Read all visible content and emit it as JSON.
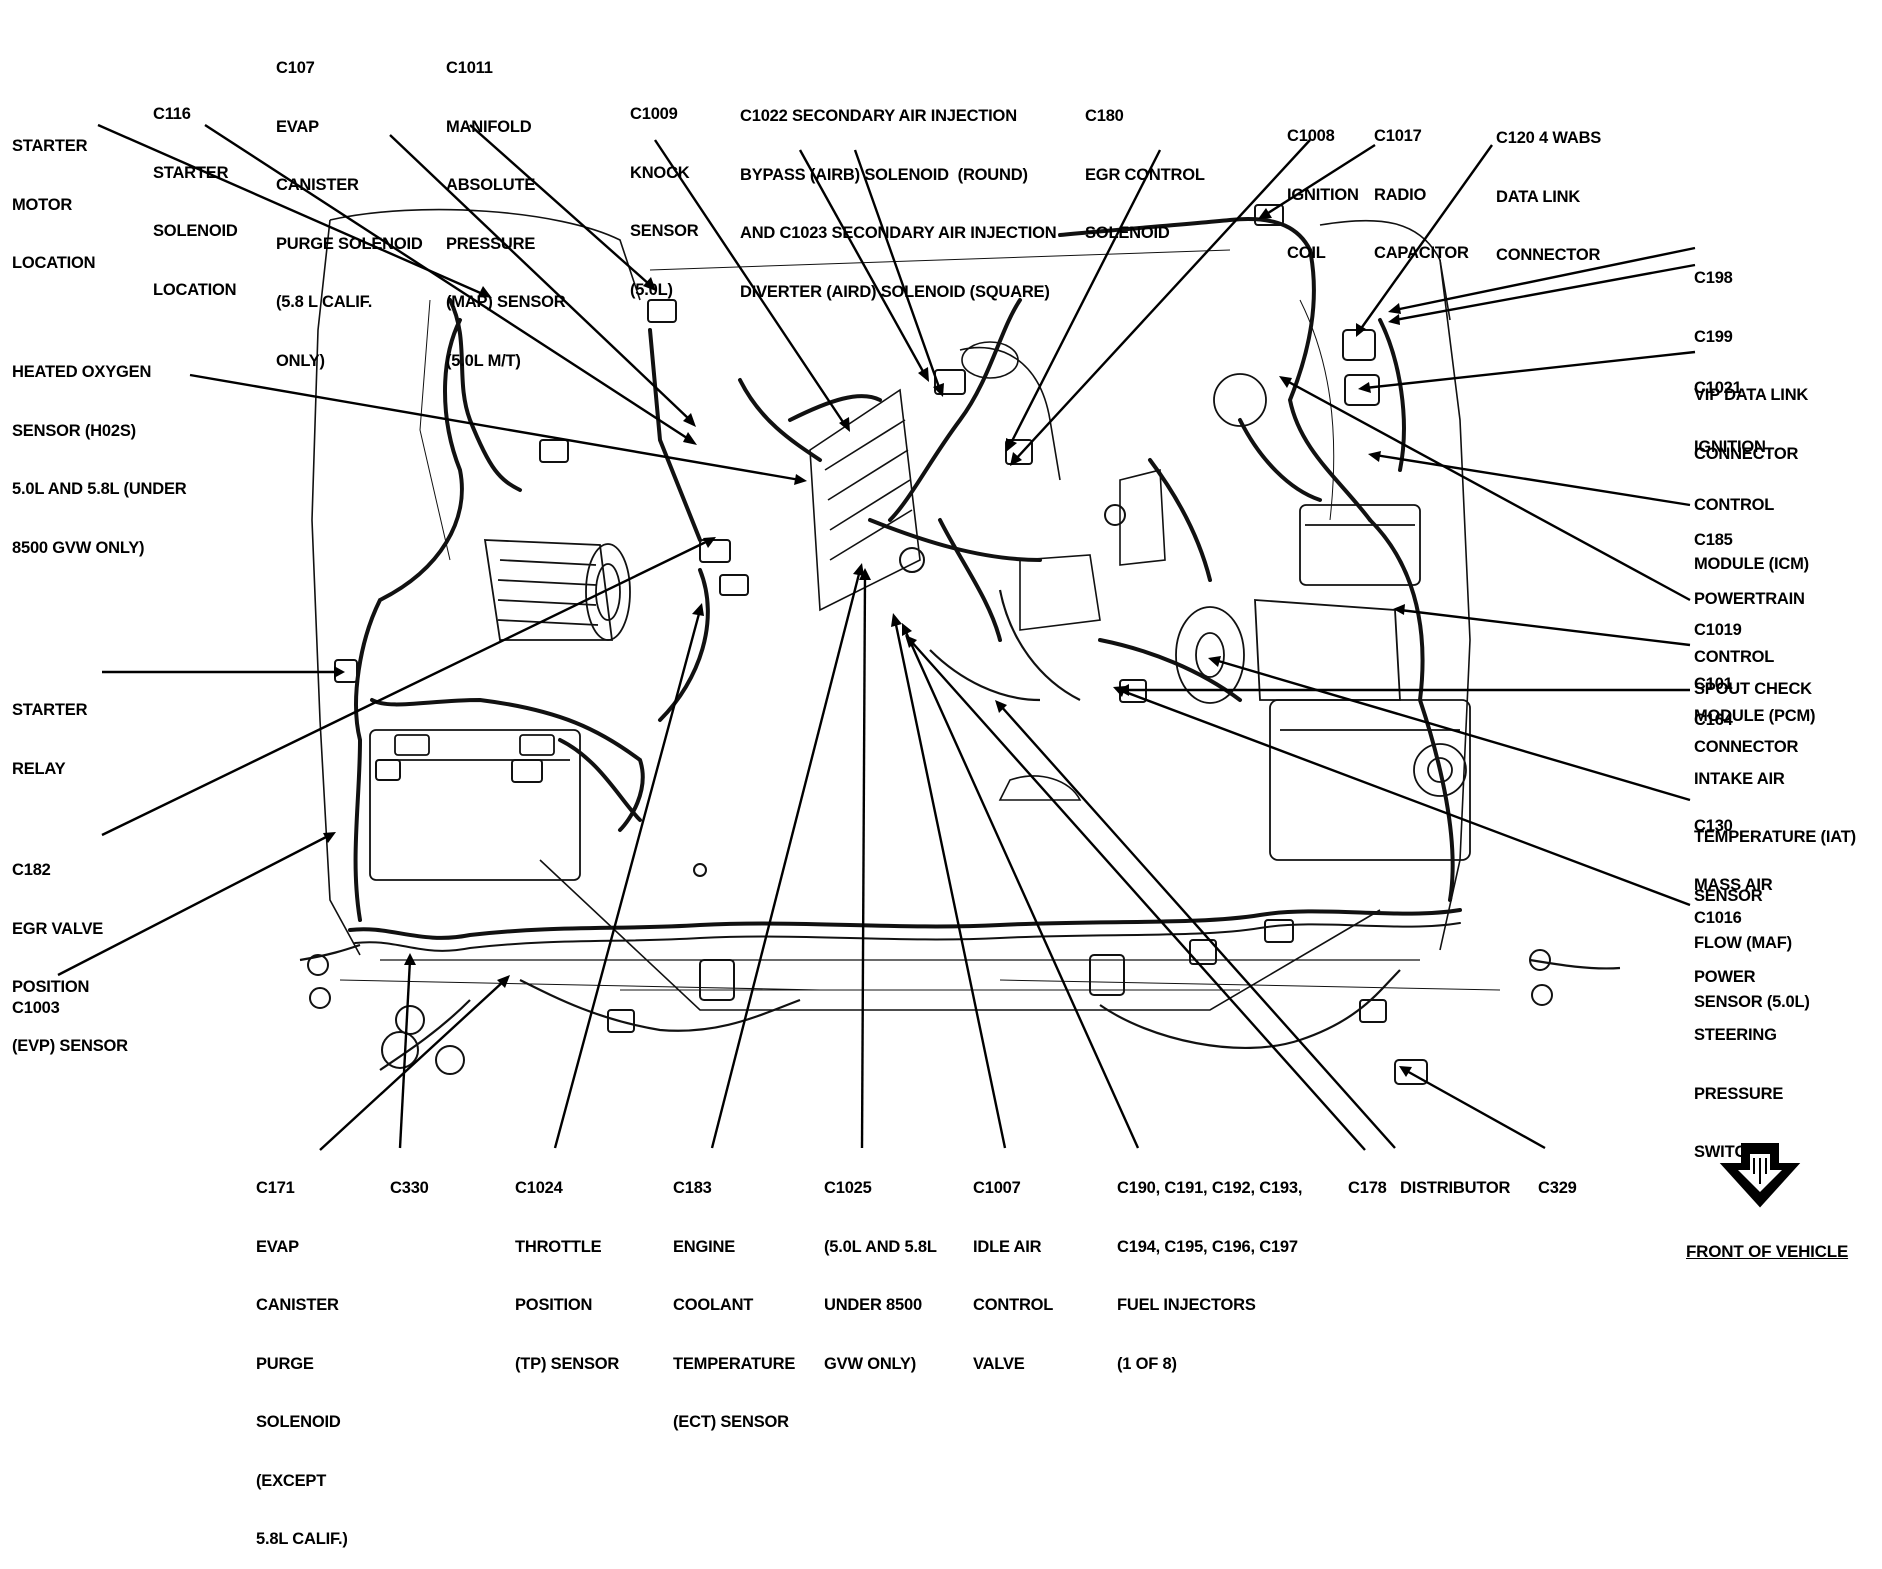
{
  "callouts": [
    {
      "id": "starter-motor-location",
      "lines": [
        "STARTER",
        "MOTOR",
        "LOCATION"
      ]
    },
    {
      "id": "c116",
      "lines": [
        "C116",
        "STARTER",
        "SOLENOID",
        "LOCATION"
      ]
    },
    {
      "id": "c107",
      "lines": [
        "C107",
        "EVAP",
        "CANISTER",
        "PURGE SOLENOID",
        "(5.8 L CALIF.",
        "ONLY)"
      ]
    },
    {
      "id": "c1011",
      "lines": [
        "C1011",
        "MANIFOLD",
        "ABSOLUTE",
        "PRESSURE",
        "(MAP) SENSOR",
        "(5.0L M/T)"
      ]
    },
    {
      "id": "c1009",
      "lines": [
        "C1009",
        "KNOCK",
        "SENSOR",
        "(5.0L)"
      ]
    },
    {
      "id": "c1022",
      "lines": [
        "C1022 SECONDARY AIR INJECTION",
        "BYPASS (AIRB) SOLENOID  (ROUND)",
        "AND C1023 SECONDARY AIR INJECTION",
        "DIVERTER (AIRD) SOLENOID (SQUARE)"
      ]
    },
    {
      "id": "c180",
      "lines": [
        "C180",
        "EGR CONTROL",
        "SOLENOID"
      ]
    },
    {
      "id": "c1008",
      "lines": [
        "C1008",
        "IGNITION",
        "COIL"
      ]
    },
    {
      "id": "c1017",
      "lines": [
        "C1017",
        "RADIO",
        "CAPACITOR"
      ]
    },
    {
      "id": "c120",
      "lines": [
        "C120 4 WABS",
        "DATA LINK",
        "CONNECTOR"
      ]
    },
    {
      "id": "c198-c199",
      "lines": [
        "C198",
        "C199",
        "VIP DATA LINK",
        "CONNECTOR"
      ]
    },
    {
      "id": "c1021",
      "lines": [
        "C1021",
        "IGNITION",
        "CONTROL",
        "MODULE (ICM)"
      ]
    },
    {
      "id": "c185",
      "lines": [
        "C185",
        "POWERTRAIN",
        "CONTROL",
        "MODULE (PCM)"
      ]
    },
    {
      "id": "c1019",
      "lines": [
        "C1019",
        "SPOUT CHECK",
        "CONNECTOR"
      ]
    },
    {
      "id": "c101",
      "lines": [
        "C101"
      ]
    },
    {
      "id": "c164",
      "lines": [
        "C164",
        "INTAKE AIR",
        "TEMPERATURE (IAT)",
        "SENSOR"
      ]
    },
    {
      "id": "c130",
      "lines": [
        "C130",
        "MASS AIR",
        "FLOW (MAF)",
        "SENSOR (5.0L)"
      ]
    },
    {
      "id": "c1016",
      "lines": [
        "C1016",
        "POWER",
        "STEERING",
        "PRESSURE",
        "SWITCH"
      ]
    },
    {
      "id": "heated-oxygen-sensor",
      "lines": [
        "HEATED OXYGEN",
        "SENSOR (H02S)",
        "5.0L AND 5.8L (UNDER",
        "8500 GVW ONLY)"
      ]
    },
    {
      "id": "starter-relay",
      "lines": [
        "STARTER",
        "RELAY"
      ]
    },
    {
      "id": "c182",
      "lines": [
        "C182",
        "EGR VALVE",
        "POSITION",
        "(EVP) SENSOR"
      ]
    },
    {
      "id": "c1003",
      "lines": [
        "C1003"
      ]
    },
    {
      "id": "c171",
      "lines": [
        "C171",
        "EVAP",
        "CANISTER",
        "PURGE",
        "SOLENOID",
        "(EXCEPT",
        "5.8L CALIF.)"
      ]
    },
    {
      "id": "c330",
      "lines": [
        "C330"
      ]
    },
    {
      "id": "c1024",
      "lines": [
        "C1024",
        "THROTTLE",
        "POSITION",
        "(TP) SENSOR"
      ]
    },
    {
      "id": "c183",
      "lines": [
        "C183",
        "ENGINE",
        "COOLANT",
        "TEMPERATURE",
        "(ECT) SENSOR"
      ]
    },
    {
      "id": "c1025",
      "lines": [
        "C1025",
        "(5.0L AND 5.8L",
        "UNDER 8500",
        "GVW ONLY)"
      ]
    },
    {
      "id": "c1007",
      "lines": [
        "C1007",
        "IDLE AIR",
        "CONTROL",
        "VALVE"
      ]
    },
    {
      "id": "c190-c197",
      "lines": [
        "C190, C191, C192, C193,",
        "C194, C195, C196, C197",
        "FUEL INJECTORS",
        "(1 OF 8)"
      ]
    },
    {
      "id": "c178",
      "lines": [
        "C178"
      ]
    },
    {
      "id": "distributor",
      "lines": [
        "DISTRIBUTOR"
      ]
    },
    {
      "id": "c329",
      "lines": [
        "C329"
      ]
    }
  ],
  "footer": {
    "front_label": "FRONT OF VEHICLE"
  }
}
